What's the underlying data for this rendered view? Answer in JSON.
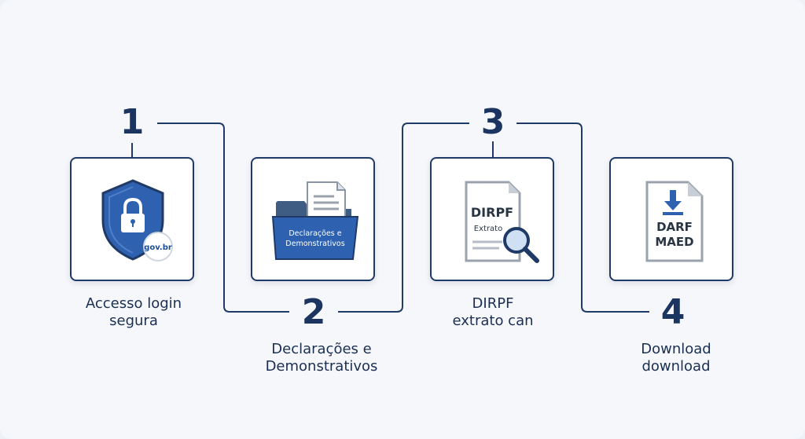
{
  "steps": [
    {
      "number": "1",
      "label_line1": "Accesso login",
      "label_line2": "segura",
      "icon": "shield-lock-icon",
      "badge_text": "gov.br"
    },
    {
      "number": "2",
      "label_line1": "Declarações e",
      "label_line2": "Demonstrativos",
      "icon": "folder-document-icon",
      "folder_line1": "Declarações e",
      "folder_line2": "Demonstrativos"
    },
    {
      "number": "3",
      "label_line1": "DIRPF",
      "label_line2": "extrato can",
      "icon": "document-magnifier-icon",
      "doc_line1": "DIRPF",
      "doc_line2": "Extrato"
    },
    {
      "number": "4",
      "label_line1": "Download",
      "label_line2": "download",
      "icon": "document-download-icon",
      "doc_line1": "DARF",
      "doc_line2": "MAED"
    }
  ],
  "colors": {
    "navy": "#1f3a66",
    "blue": "#2e62b0",
    "light_blue": "#cfe0f5",
    "gray_doc": "#9aa3ad"
  }
}
